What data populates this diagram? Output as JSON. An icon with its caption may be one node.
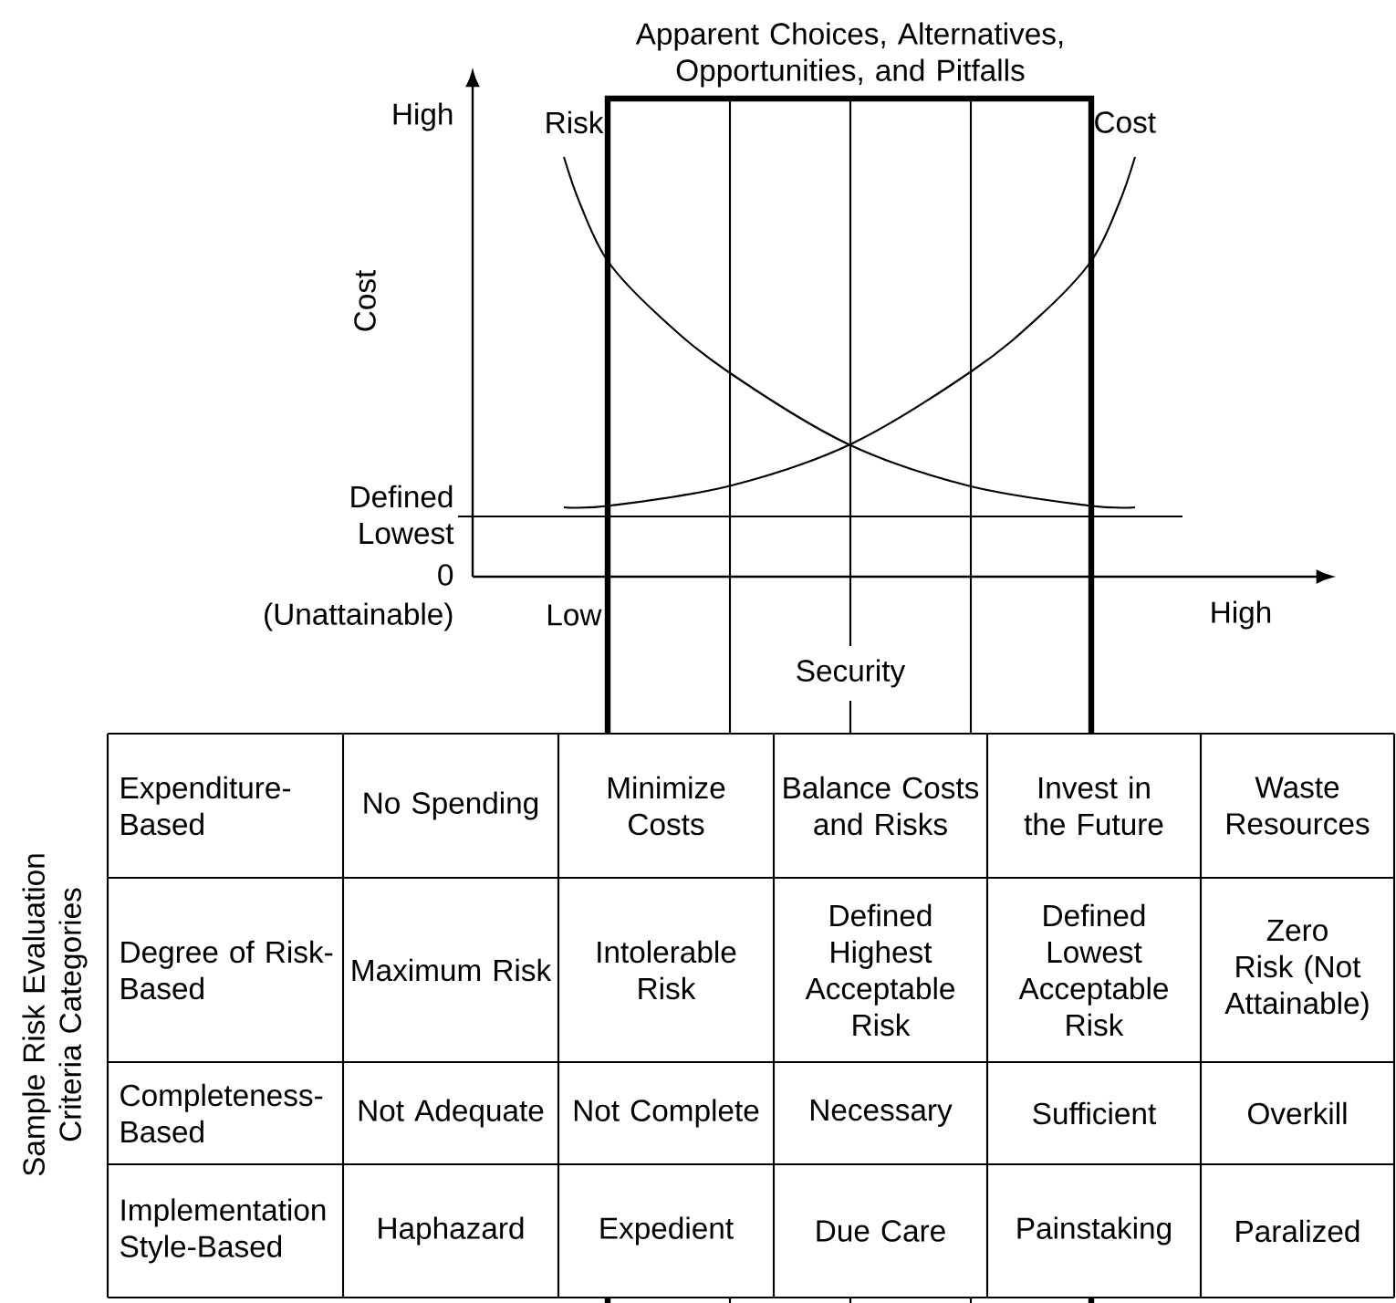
{
  "diagram": {
    "labels": [
      "Apparent Choices, Alternatives, Opportunities, and Pitfalls",
      "High",
      "Risk",
      "Cost",
      "Cost",
      "Defined Lowest",
      "0",
      "(Unattainable)",
      "Low",
      "High",
      "Security",
      "Sample Risk Evaluation Criteria Categories",
      "Expenditure-Based",
      "No Spending",
      "Minimize Costs",
      "Balance Costs and Risks",
      "Invest in the Future",
      "Waste Resources",
      "Degree of Risk-Based",
      "Maximum Risk",
      "Intolerable Risk",
      "Defined Highest Acceptable Risk",
      "Defined Lowest Acceptable Risk",
      "Zero Risk (Not Attainable)",
      "Completeness-Based",
      "Not Adequate",
      "Not Complete",
      "Necessary",
      "Sufficient",
      "Overkill",
      "Implementation Style-Based",
      "Haphazard",
      "Expedient",
      "Due Care",
      "Painstaking",
      "Paralized"
    ]
  }
}
